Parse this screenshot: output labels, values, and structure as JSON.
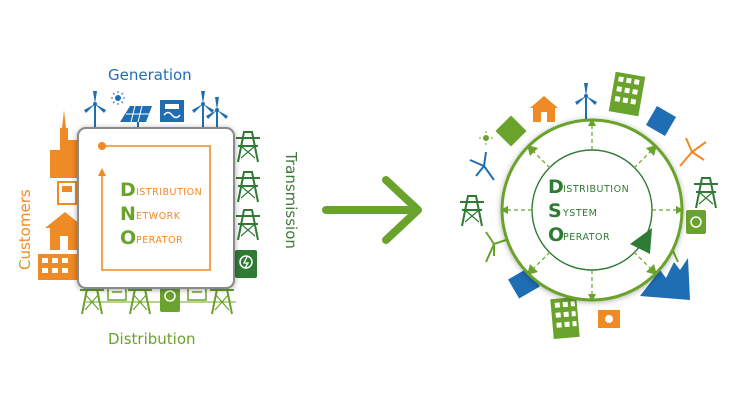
{
  "labels": {
    "generation": "Generation",
    "distribution": "Distribution",
    "customers": "Customers",
    "transmission": "Transmission"
  },
  "dno": {
    "letters": [
      "D",
      "N",
      "O"
    ],
    "rest": [
      "ISTRIBUTION",
      "ETWORK",
      "PERATOR"
    ]
  },
  "dso": {
    "letters": [
      "D",
      "S",
      "O"
    ],
    "rest": [
      "ISTRIBUTION",
      "YSTEM",
      "PERATOR"
    ]
  },
  "colors": {
    "orange": "#f08a24",
    "green": "#6aa32c",
    "dark_green": "#2f7a34",
    "blue": "#1f6db3",
    "grey": "#8a8a8a"
  },
  "icons": [
    "wind-turbine-icon",
    "solar-panel-icon",
    "sun-icon",
    "battery-icon",
    "pylon-icon",
    "house-icon",
    "factory-icon",
    "city-skyline-icon",
    "ev-charger-icon",
    "smart-meter-icon",
    "office-building-icon",
    "arrow-right-icon"
  ]
}
